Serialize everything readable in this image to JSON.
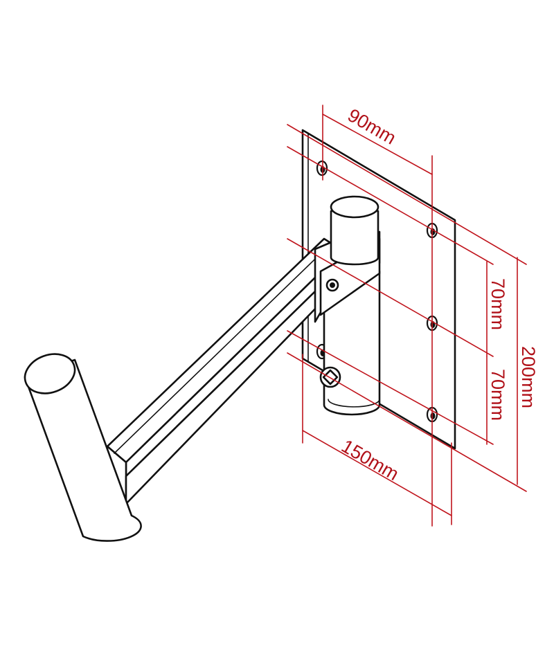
{
  "dimensions": {
    "top_width": "90mm",
    "bottom_width": "150mm",
    "upper_spacing": "70mm",
    "lower_spacing": "70mm",
    "total_height": "200mm"
  },
  "colors": {
    "dimension": "#c0141c",
    "outline": "#111111",
    "fill": "#ffffff"
  }
}
